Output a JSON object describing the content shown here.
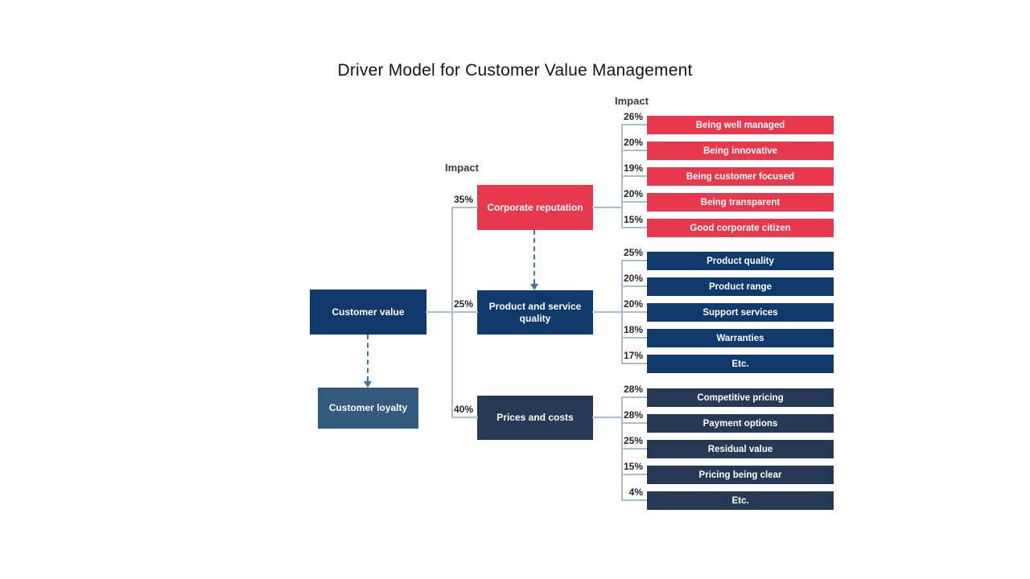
{
  "title": "Driver Model for Customer Value Management",
  "labels": {
    "impact_left": "Impact",
    "impact_right": "Impact"
  },
  "colors": {
    "red": "#E7384E",
    "navy": "#113A6C",
    "dark_navy": "#263A55",
    "steel_blue": "#33597F",
    "connector": "#A7BDD6",
    "arrow": "#41719C"
  },
  "nodes": {
    "customer_value": "Customer value",
    "customer_loyalty": "Customer loyalty"
  },
  "drivers": [
    {
      "label": "Corporate reputation",
      "impact": "35%"
    },
    {
      "label": "Product and service quality",
      "impact": "25%"
    },
    {
      "label": "Prices and costs",
      "impact": "40%"
    }
  ],
  "groups": [
    {
      "parent": "Corporate reputation",
      "items": [
        {
          "label": "Being well managed",
          "impact": "26%"
        },
        {
          "label": "Being innovative",
          "impact": "20%"
        },
        {
          "label": "Being customer focused",
          "impact": "19%"
        },
        {
          "label": "Being transparent",
          "impact": "20%"
        },
        {
          "label": "Good corporate citizen",
          "impact": "15%"
        }
      ]
    },
    {
      "parent": "Product and service quality",
      "items": [
        {
          "label": "Product quality",
          "impact": "25%"
        },
        {
          "label": "Product range",
          "impact": "20%"
        },
        {
          "label": "Support services",
          "impact": "20%"
        },
        {
          "label": "Warranties",
          "impact": "18%"
        },
        {
          "label": "Etc.",
          "impact": "17%"
        }
      ]
    },
    {
      "parent": "Prices and costs",
      "items": [
        {
          "label": "Competitive pricing",
          "impact": "28%"
        },
        {
          "label": "Payment options",
          "impact": "28%"
        },
        {
          "label": "Residual value",
          "impact": "25%"
        },
        {
          "label": "Pricing being clear",
          "impact": "15%"
        },
        {
          "label": "Etc.",
          "impact": "4%"
        }
      ]
    }
  ]
}
